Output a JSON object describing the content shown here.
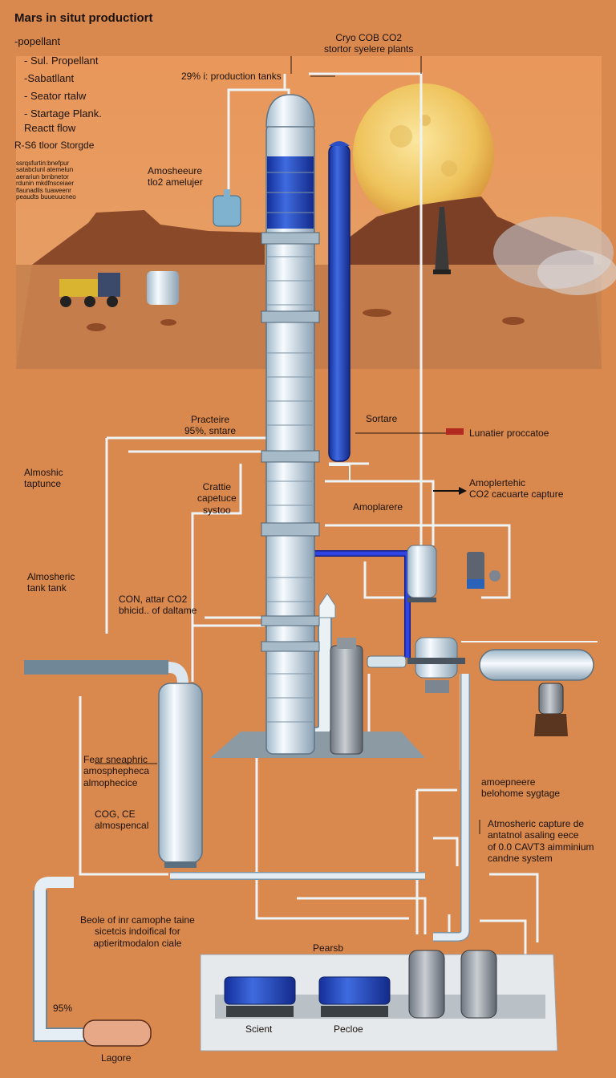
{
  "title": "Mars in situt productiort",
  "legend": {
    "items": [
      "-popellant",
      "- Sul. Propellant",
      "-Sabatllant",
      "- Seator rtalw",
      "- Startage Plank.",
      "Reactt flow",
      "R-S6 tloor Storgde"
    ],
    "fine_print": "ssrqsfurtin:bnefpur\nsatabclunl atemelun\naerariun brnbnetor\nrdunin mkdfnsceiaer\nflaunadlis tuaweenr\npeaudts buueuucneo"
  },
  "labels": {
    "production_tanks": "29% i: production tanks",
    "cryo_co2": "Cryo COB CO2\nstortor syelere plants",
    "atmosphere_co2": "Amosheeure\ntlo2 amelujer",
    "practeire": "Practeire\n95%, sntare",
    "sortare": "Sortare",
    "lunatier": "Lunatier proccatoe",
    "almoshic": "Almoshic\ntaptunce",
    "crattie": "Crattie\ncapetuce\nsystoo",
    "amoplarere": "Amoplarere",
    "amoplertehic": "Amoplertehic\nCO2 cacuarte capture",
    "almosheric_tank": "Almosheric\ntank tank",
    "con_attar": "CON, attar CO2\nbhicid.. of daltame",
    "fear_sneaphric": "Fear sneaphric\namosphepheca\nalmophecice",
    "cog_ce": "COG, CE\nalmospencal",
    "amoepneere": "amoepneere\nbelohome sygtage",
    "capture_system": "Atmosheric capture de\nantatnol asaling eece\nof 0.0 CAVT3 aimminium\ncandne system",
    "beole": "Beole of inr camophe taine\nsicetcis indoifical for\naptieritmodalon ciale",
    "pearsb": "Pearsb",
    "percent_95": "95%",
    "lagore": "Lagore",
    "scient": "Scient",
    "pecloe": "Pecloe"
  },
  "colors": {
    "background": "#d9884e",
    "sky": "#e08c4c",
    "ground": "#c77a44",
    "sun": "#f1cf6a",
    "tank": "#dfedf5",
    "tank_band": "#2452c4",
    "pipe_blue": "#1d2fd0",
    "pipe_steel": "#e7eef3"
  },
  "icons": [
    "sun-icon",
    "rover-icon",
    "rocket-icon",
    "arrow-right-icon"
  ]
}
